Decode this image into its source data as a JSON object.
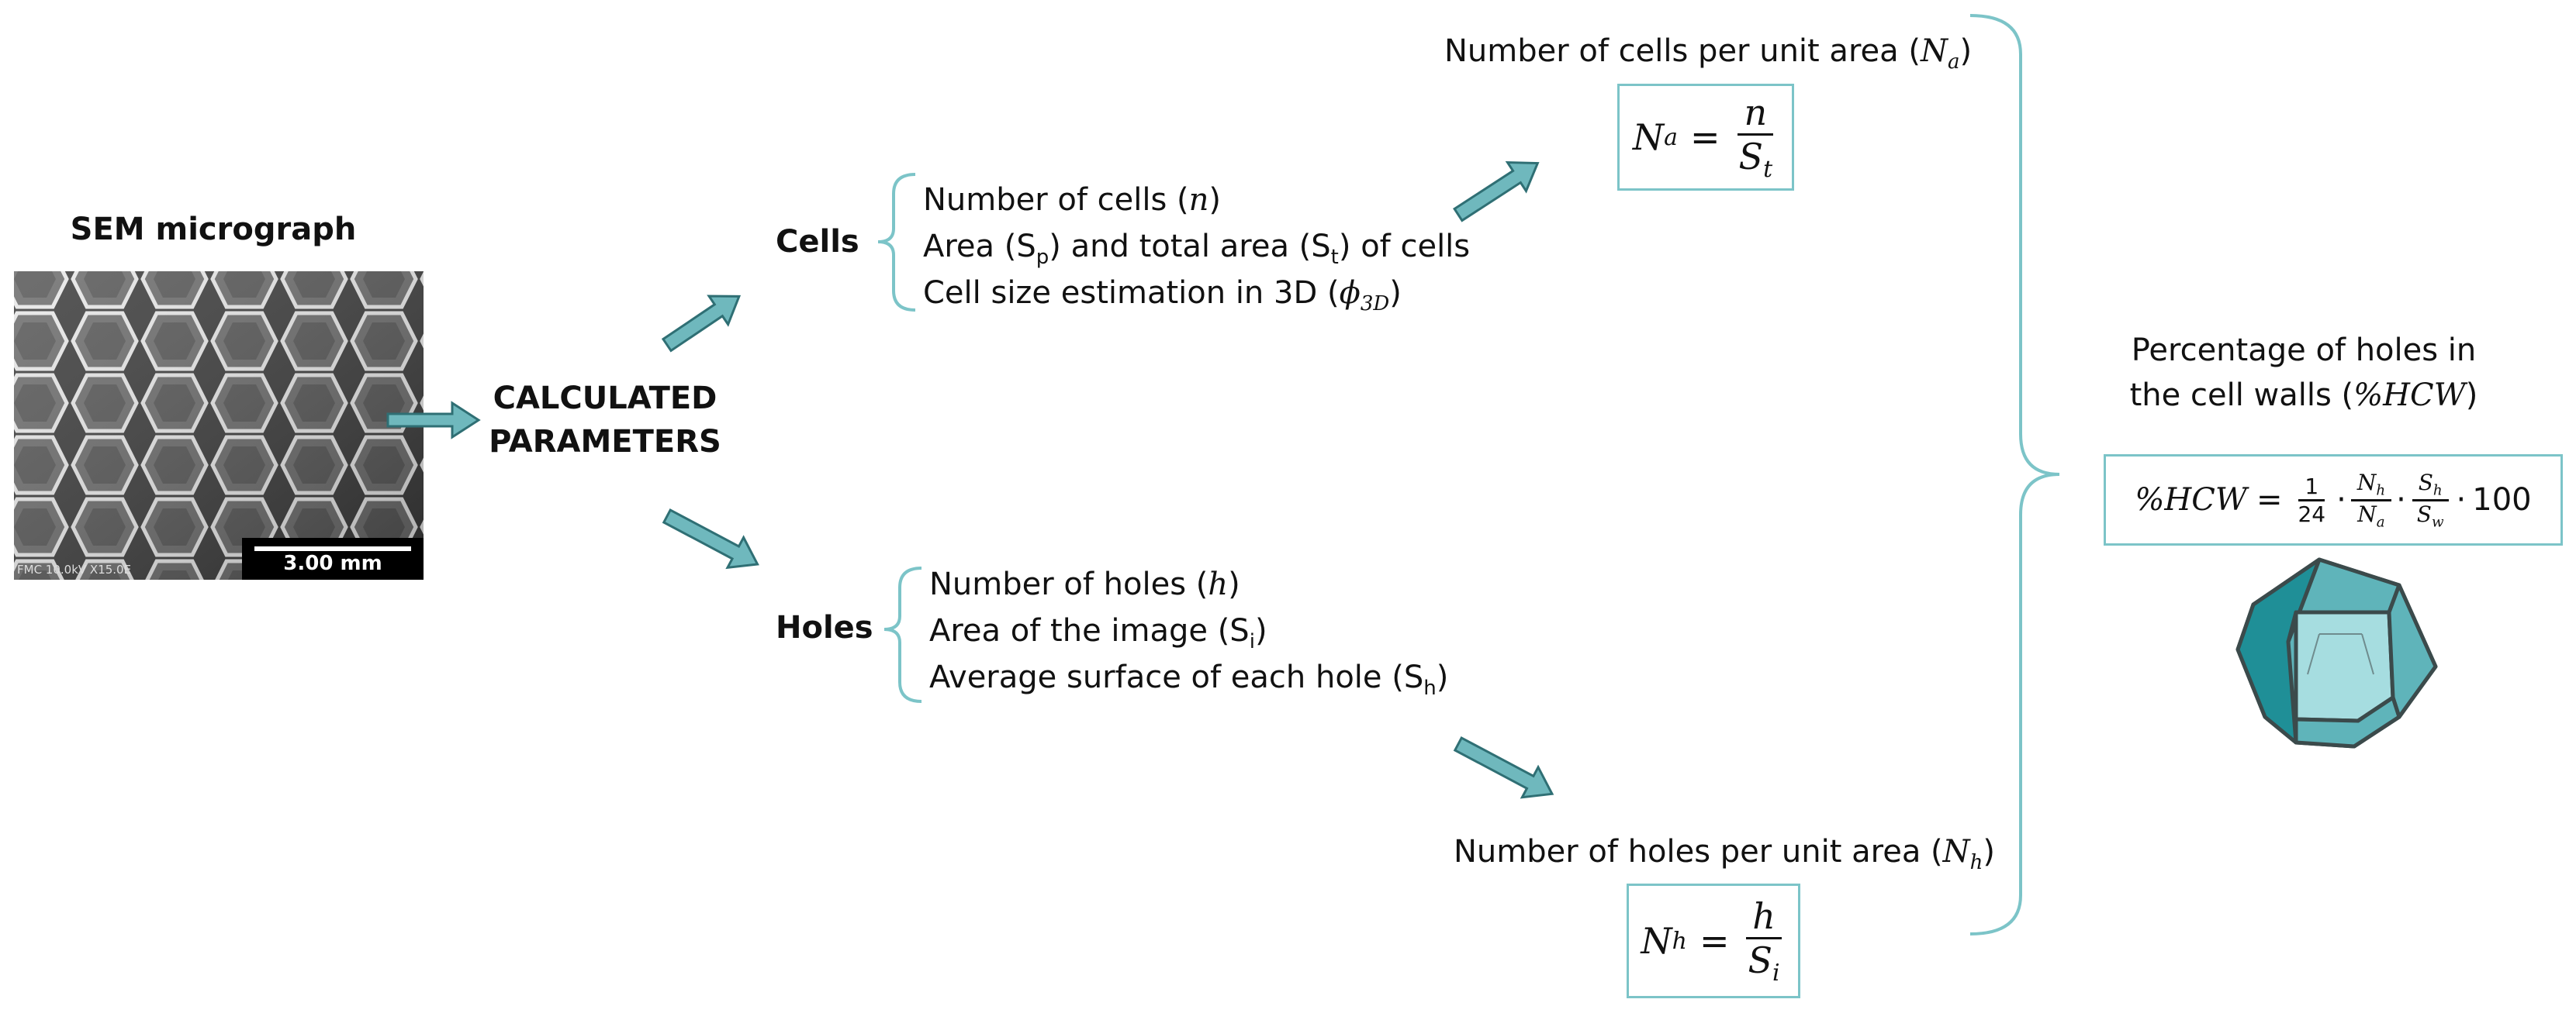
{
  "sem": {
    "title": "SEM micrograph",
    "scalebar_label": "3.00 mm",
    "meta_label": "FMC 10.0kV X15.0E"
  },
  "calc": {
    "line1": "CALCULATED",
    "line2": "PARAMETERS"
  },
  "cells": {
    "heading": "Cells",
    "items": [
      {
        "pre": "Number of cells (",
        "var": "n",
        "post": ")"
      },
      {
        "pre": "Area (S",
        "sub": "p",
        "mid": ") and total area (S",
        "sub2": "t",
        "post": ") of cells"
      },
      {
        "pre": "Cell size estimation in 3D (",
        "var": "ϕ",
        "sub": "3D",
        "post": ")"
      }
    ]
  },
  "holes": {
    "heading": "Holes",
    "items": [
      {
        "pre": "Number of holes (",
        "var": "h",
        "post": ")"
      },
      {
        "pre": "Area of the image (S",
        "sub": "i",
        "post": ")"
      },
      {
        "pre": "Average surface of each hole (S",
        "sub": "h",
        "post": ")"
      }
    ]
  },
  "na": {
    "label_pre": "Number of cells per unit area (",
    "label_var": "N",
    "label_sub": "a",
    "label_post": ")",
    "lhs": "N",
    "lhs_sub": "a",
    "eq": "=",
    "num": "n",
    "den": "S",
    "den_sub": "t"
  },
  "nh": {
    "label_pre": "Number of holes per unit area (",
    "label_var": "N",
    "label_sub": "h",
    "label_post": ")",
    "lhs": "N",
    "lhs_sub": "h",
    "eq": "=",
    "num": "h",
    "den": "S",
    "den_sub": "i"
  },
  "hcw": {
    "label_line1": "Percentage of holes in",
    "label_line2_pre": "the cell walls (",
    "label_line2_var": "%HCW",
    "label_line2_post": ")",
    "lhs": "%HCW",
    "eq": "=",
    "f1_num": "1",
    "f1_den": "24",
    "dot": "·",
    "f2_num": "N",
    "f2_num_sub": "h",
    "f2_den": "N",
    "f2_den_sub": "a",
    "f3_num": "S",
    "f3_num_sub": "h",
    "f3_den": "S",
    "f3_den_sub": "w",
    "tail": "100"
  },
  "colors": {
    "arrow_fill": "#6fb8bd",
    "arrow_stroke": "#2f6f74",
    "bracket": "#7cc4c8",
    "box_border": "#7cc4c8",
    "polyhedron_light": "#a6dde0",
    "polyhedron_mid": "#5fb4ba",
    "polyhedron_dark": "#1f8f97"
  }
}
